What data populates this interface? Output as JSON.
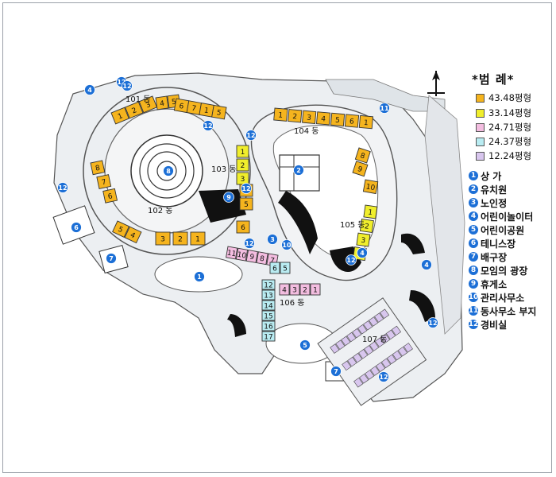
{
  "colors": {
    "area_43_48": "#f5b41e",
    "area_33_14": "#f0ee2c",
    "area_24_71": "#f3bde0",
    "area_24_37": "#b9ecf2",
    "area_12_24": "#d8c6ee",
    "facility_marker": "#1c6fd6"
  },
  "legend": {
    "title": "*범 례*",
    "areas": [
      {
        "label": "43.48평형",
        "color_key": "area_43_48"
      },
      {
        "label": "33.14평형",
        "color_key": "area_33_14"
      },
      {
        "label": "24.71평형",
        "color_key": "area_24_71"
      },
      {
        "label": "24.37평형",
        "color_key": "area_24_37"
      },
      {
        "label": "12.24평형",
        "color_key": "area_12_24"
      }
    ],
    "facilities": [
      {
        "num": "1",
        "label": "상 가"
      },
      {
        "num": "2",
        "label": "유치원"
      },
      {
        "num": "3",
        "label": "노인정"
      },
      {
        "num": "4",
        "label": "어린이놀이터"
      },
      {
        "num": "5",
        "label": "어린이공원"
      },
      {
        "num": "6",
        "label": "테니스장"
      },
      {
        "num": "7",
        "label": "배구장"
      },
      {
        "num": "8",
        "label": "모임의 광장"
      },
      {
        "num": "9",
        "label": "휴게소"
      },
      {
        "num": "10",
        "label": "관리사무소"
      },
      {
        "num": "11",
        "label": "동사무소 부지"
      },
      {
        "num": "12",
        "label": "경비실"
      }
    ]
  },
  "buildings": {
    "b101": "101 동",
    "b102": "102 동",
    "b103": "103 동",
    "b104": "104 동",
    "b105": "105 동",
    "b106": "106 동",
    "b107": "107 동"
  },
  "units": {
    "b101_a": [
      "1",
      "2",
      "3"
    ],
    "b101_b": [
      "4",
      "5"
    ],
    "b101_c": [
      "6",
      "7",
      "1",
      "5"
    ],
    "b102_top": [
      "5",
      "4"
    ],
    "b102_left": [
      "8",
      "7",
      "6"
    ],
    "b102_bottom": [
      "3",
      "2",
      "1"
    ],
    "b103_top": [
      "1",
      "2",
      "3"
    ],
    "b103_mid": [
      "4",
      "5"
    ],
    "b103_low": [
      "6"
    ],
    "b104_top": [
      "1",
      "2",
      "3",
      "4",
      "5",
      "6",
      "1"
    ],
    "b104_side": [
      "8",
      "9"
    ],
    "b104_side2": [
      "10"
    ],
    "b105": [
      "1",
      "2",
      "3",
      "4"
    ],
    "b106_top": [
      "11",
      "10",
      "9",
      "8",
      "7"
    ],
    "b106_mid": [
      "6",
      "5"
    ],
    "b106_right": [
      "4",
      "3",
      "2",
      "1"
    ],
    "b106_col": [
      "12",
      "13",
      "14",
      "15",
      "16",
      "17"
    ]
  },
  "markers": [
    {
      "num": "1"
    },
    {
      "num": "2"
    },
    {
      "num": "3"
    },
    {
      "num": "4"
    },
    {
      "num": "4"
    },
    {
      "num": "4"
    },
    {
      "num": "5"
    },
    {
      "num": "6"
    },
    {
      "num": "7"
    },
    {
      "num": "7"
    },
    {
      "num": "8"
    },
    {
      "num": "9"
    },
    {
      "num": "10"
    },
    {
      "num": "11"
    },
    {
      "num": "12"
    },
    {
      "num": "12"
    },
    {
      "num": "12"
    },
    {
      "num": "12"
    },
    {
      "num": "12"
    },
    {
      "num": "12"
    },
    {
      "num": "12"
    },
    {
      "num": "12"
    },
    {
      "num": "12"
    },
    {
      "num": "12"
    }
  ]
}
